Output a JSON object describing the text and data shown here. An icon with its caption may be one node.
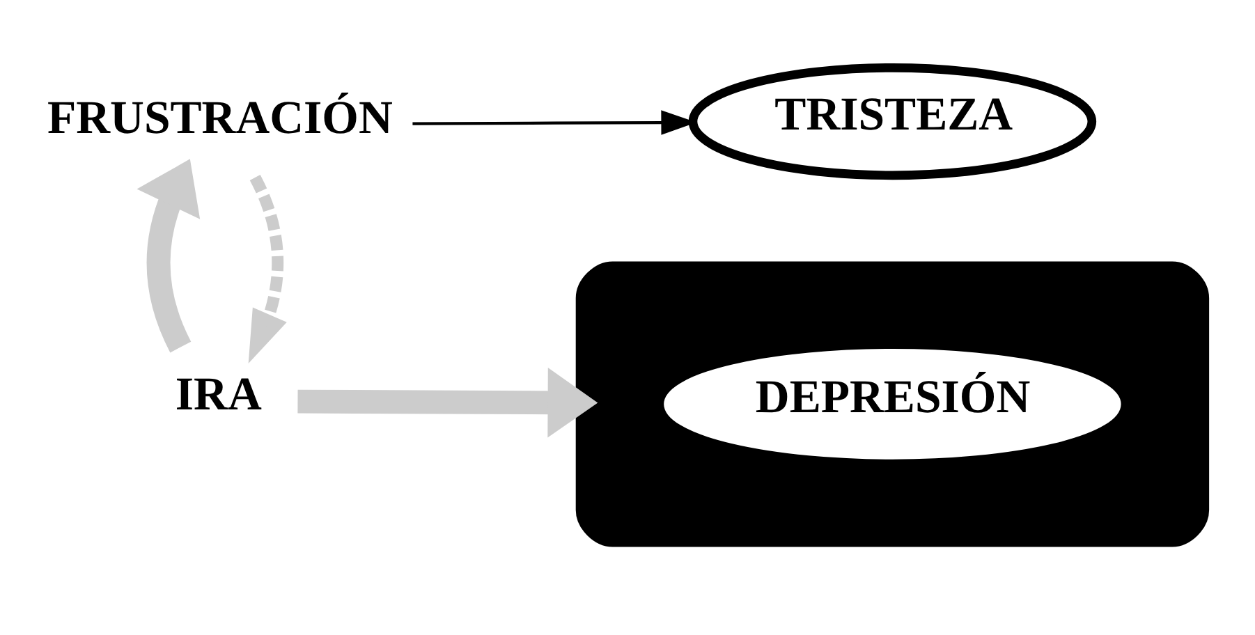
{
  "diagram": {
    "nodes": [
      {
        "text": [
          "FRUSTRACIÓN"
        ]
      },
      {
        "text": [
          "TRISTEZA"
        ]
      },
      {
        "text": [
          "IRA"
        ]
      },
      {
        "text": [],
        "shape": "box"
      },
      {
        "text": [
          "DEPRESIÓN"
        ],
        "in": 3
      }
    ],
    "edges": [
      {
        "from": 0,
        "to": 1,
        "arrow": "to",
        "color": "#000000"
      },
      {
        "from": 0,
        "to": 2,
        "arrow": "to",
        "style": "dashed",
        "color": "#cccccc"
      },
      {
        "from": 2,
        "to": 3,
        "arrow": "to",
        "style": "thick",
        "color": "#cccccc"
      },
      {
        "from": 2,
        "to": 0,
        "arrow": "to",
        "style": "thick",
        "color": "#cccccc"
      }
    ]
  }
}
